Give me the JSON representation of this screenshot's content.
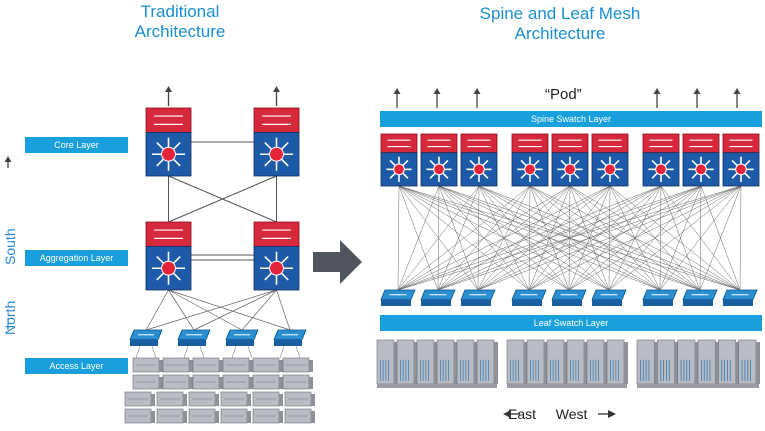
{
  "left_title_line1": "Traditional",
  "left_title_line2": "Architecture",
  "right_title_line1": "Spine and Leaf Mesh",
  "right_title_line2": "Architecture",
  "layers": {
    "core": "Core Layer",
    "aggregation": "Aggregation Layer",
    "access": "Access Layer"
  },
  "pod_label": "“Pod”",
  "spine_bar": "Spine Swatch Layer",
  "leaf_bar": "Leaf Swatch Layer",
  "north": "North",
  "south": "South",
  "east": "East",
  "west": "West",
  "colors": {
    "accent": "#19a0dc",
    "router_red": "#d6293b",
    "router_blue": "#1d5aa8",
    "arrow_gray": "#555555"
  }
}
